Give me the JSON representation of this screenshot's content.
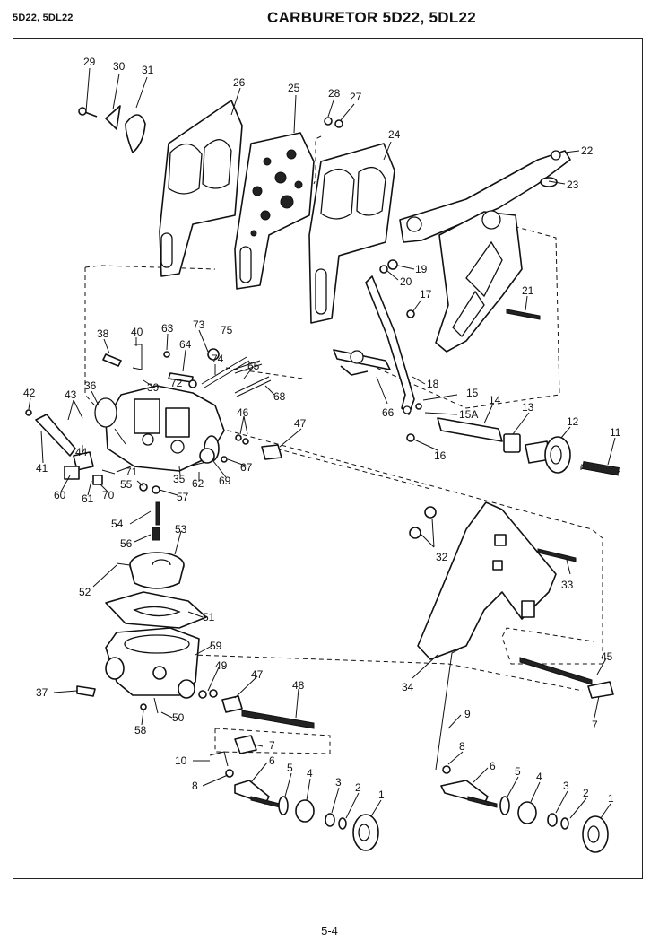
{
  "header": {
    "model_codes": "5D22, 5DL22",
    "title": "CARBURETOR  5D22, 5DL22"
  },
  "footer": {
    "page_number": "5-4"
  },
  "callouts": [
    {
      "id": "c1",
      "text": "29"
    },
    {
      "id": "c2",
      "text": "30"
    },
    {
      "id": "c3",
      "text": "31"
    },
    {
      "id": "c4",
      "text": "26"
    },
    {
      "id": "c5",
      "text": "25"
    },
    {
      "id": "c6",
      "text": "28"
    },
    {
      "id": "c7",
      "text": "27"
    },
    {
      "id": "c8",
      "text": "24"
    },
    {
      "id": "c9",
      "text": "22"
    },
    {
      "id": "c10",
      "text": "23"
    },
    {
      "id": "c11",
      "text": "19"
    },
    {
      "id": "c12",
      "text": "20"
    },
    {
      "id": "c13",
      "text": "17"
    },
    {
      "id": "c14",
      "text": "21"
    },
    {
      "id": "c15",
      "text": "38"
    },
    {
      "id": "c16",
      "text": "40"
    },
    {
      "id": "c17",
      "text": "63"
    },
    {
      "id": "c18",
      "text": "73"
    },
    {
      "id": "c19",
      "text": "75"
    },
    {
      "id": "c20",
      "text": "64"
    },
    {
      "id": "c21",
      "text": "74"
    },
    {
      "id": "c22",
      "text": "65"
    },
    {
      "id": "c23",
      "text": "68"
    },
    {
      "id": "c24",
      "text": "39"
    },
    {
      "id": "c25",
      "text": "72"
    },
    {
      "id": "c26",
      "text": "42"
    },
    {
      "id": "c27",
      "text": "43"
    },
    {
      "id": "c28",
      "text": "36"
    },
    {
      "id": "c29",
      "text": "18"
    },
    {
      "id": "c30",
      "text": "15"
    },
    {
      "id": "c31",
      "text": "14"
    },
    {
      "id": "c32",
      "text": "15A"
    },
    {
      "id": "c33",
      "text": "13"
    },
    {
      "id": "c34",
      "text": "12"
    },
    {
      "id": "c35",
      "text": "11"
    },
    {
      "id": "c36",
      "text": "66"
    },
    {
      "id": "c37",
      "text": "16"
    },
    {
      "id": "c38",
      "text": "46"
    },
    {
      "id": "c39",
      "text": "47"
    },
    {
      "id": "c40",
      "text": "41"
    },
    {
      "id": "c41",
      "text": "44"
    },
    {
      "id": "c42",
      "text": "71"
    },
    {
      "id": "c43",
      "text": "35"
    },
    {
      "id": "c44",
      "text": "62"
    },
    {
      "id": "c45",
      "text": "69"
    },
    {
      "id": "c46",
      "text": "67"
    },
    {
      "id": "c47",
      "text": "60"
    },
    {
      "id": "c48",
      "text": "61"
    },
    {
      "id": "c49",
      "text": "70"
    },
    {
      "id": "c50",
      "text": "55"
    },
    {
      "id": "c51",
      "text": "57"
    },
    {
      "id": "c52",
      "text": "54"
    },
    {
      "id": "c53",
      "text": "53"
    },
    {
      "id": "c54",
      "text": "56"
    },
    {
      "id": "c55",
      "text": "32"
    },
    {
      "id": "c56",
      "text": "33"
    },
    {
      "id": "c57",
      "text": "52"
    },
    {
      "id": "c58",
      "text": "51"
    },
    {
      "id": "c59",
      "text": "59"
    },
    {
      "id": "c60",
      "text": "49"
    },
    {
      "id": "c61",
      "text": "47"
    },
    {
      "id": "c62",
      "text": "48"
    },
    {
      "id": "c63",
      "text": "37"
    },
    {
      "id": "c64",
      "text": "50"
    },
    {
      "id": "c65",
      "text": "58"
    },
    {
      "id": "c66",
      "text": "34"
    },
    {
      "id": "c67",
      "text": "45"
    },
    {
      "id": "c68",
      "text": "9"
    },
    {
      "id": "c69",
      "text": "7"
    },
    {
      "id": "c70",
      "text": "7"
    },
    {
      "id": "c71",
      "text": "10"
    },
    {
      "id": "c72",
      "text": "6"
    },
    {
      "id": "c73",
      "text": "8"
    },
    {
      "id": "c74",
      "text": "5"
    },
    {
      "id": "c75",
      "text": "4"
    },
    {
      "id": "c76",
      "text": "3"
    },
    {
      "id": "c77",
      "text": "2"
    },
    {
      "id": "c78",
      "text": "1"
    },
    {
      "id": "c79",
      "text": "8"
    },
    {
      "id": "c80",
      "text": "6"
    },
    {
      "id": "c81",
      "text": "5"
    },
    {
      "id": "c82",
      "text": "4"
    },
    {
      "id": "c83",
      "text": "3"
    },
    {
      "id": "c84",
      "text": "2"
    },
    {
      "id": "c85",
      "text": "1"
    }
  ]
}
